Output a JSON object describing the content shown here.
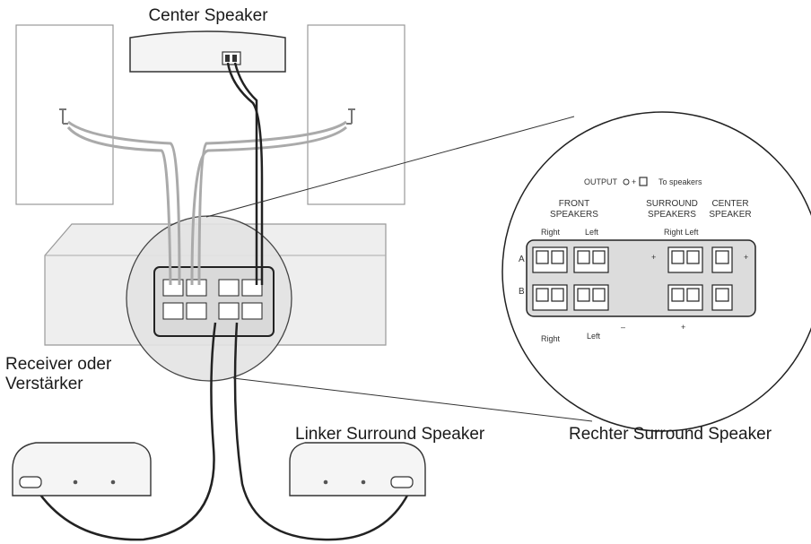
{
  "labels": {
    "center_speaker": "Center Speaker",
    "receiver_line1": "Receiver oder",
    "receiver_line2": "Verstärker",
    "left_surround": "Linker Surround Speaker",
    "right_surround": "Rechter Surround Speaker"
  },
  "panel": {
    "output": "OUTPUT",
    "to_speakers": "To speakers",
    "front_line1": "FRONT",
    "front_line2": "SPEAKERS",
    "surround_line1": "SURROUND",
    "surround_line2": "SPEAKERS",
    "center_line1": "CENTER",
    "center_line2": "SPEAKER",
    "right": "Right",
    "left": "Left",
    "surround_right_left": "Right  Left",
    "row_a": "A",
    "row_b": "B",
    "plus": "+",
    "minus": "–"
  }
}
